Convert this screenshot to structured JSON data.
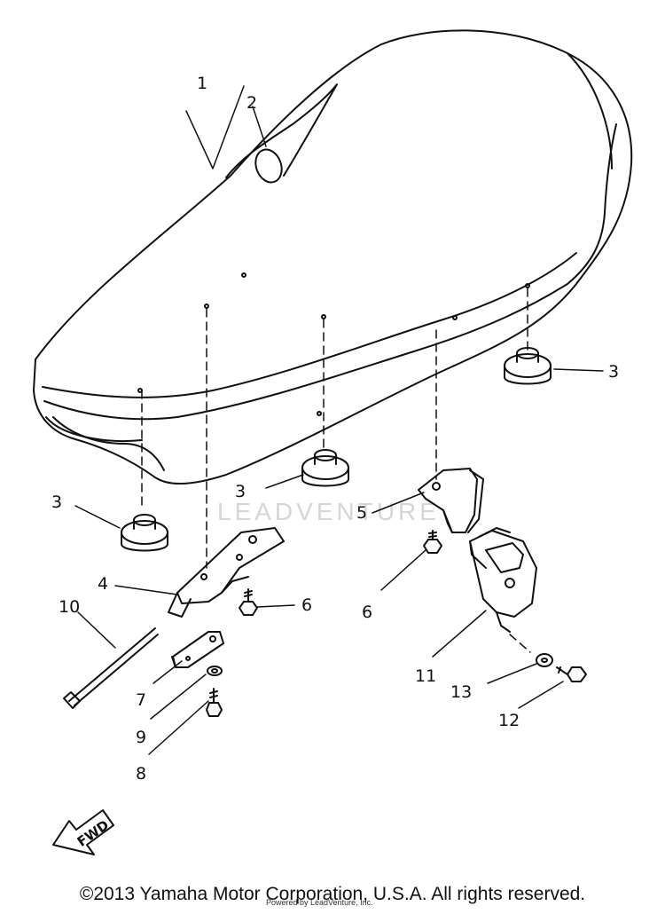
{
  "watermark": {
    "text": "LEADVENTURE"
  },
  "fwd_arrow": {
    "label": "FWD"
  },
  "callouts": {
    "c1": "1",
    "c2": "2",
    "c3a": "3",
    "c3b": "3",
    "c3c": "3",
    "c4": "4",
    "c5": "5",
    "c6a": "6",
    "c6b": "6",
    "c7": "7",
    "c8": "8",
    "c9": "9",
    "c10": "10",
    "c11": "11",
    "c12": "12",
    "c13": "13"
  },
  "footer": {
    "copyright": "©2013 Yamaha Motor Corporation, U.S.A. All rights reserved.",
    "subnote": "Powered by LeadVenture, Inc."
  }
}
